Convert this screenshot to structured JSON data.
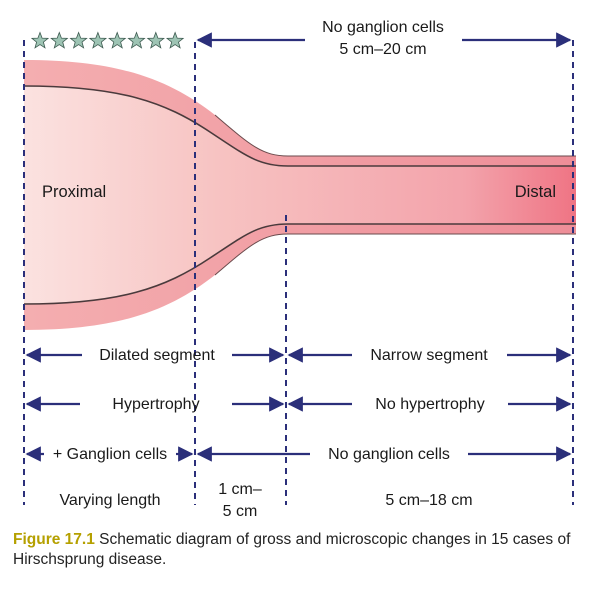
{
  "labels": {
    "top_no_ganglion": "No ganglion cells",
    "top_range": "5 cm–20 cm",
    "proximal": "Proximal",
    "distal": "Distal",
    "dilated_segment": "Dilated segment",
    "narrow_segment": "Narrow segment",
    "hypertrophy": "Hypertrophy",
    "no_hypertrophy": "No hypertrophy",
    "plus_ganglion": "+ Ganglion cells",
    "no_ganglion": "No ganglion cells",
    "varying_length": "Varying length",
    "transition_line1": "1 cm–",
    "transition_line2": "5 cm",
    "narrow_range": "5 cm–18 cm"
  },
  "caption": {
    "figure_label": "Figure 17.1",
    "text": "Schematic diagram of gross and microscopic changes in 15 cases of Hirschsprung disease."
  },
  "colors": {
    "arrow": "#2b2f7a",
    "tube_fill": "#f3a9ad",
    "tube_edge": "#4a3a3c",
    "distal_fill": "#f06e7e",
    "caption_label": "#b5a000",
    "star_fill": "#9ec4b4"
  },
  "icons": {
    "ganglion_cell": "star-icon"
  }
}
